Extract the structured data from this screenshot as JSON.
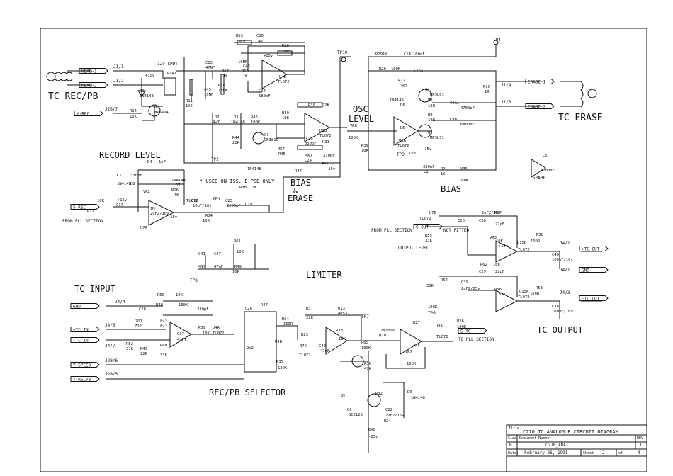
{
  "sections": {
    "tc_recpb": "TC REC/PB",
    "tc_erase": "TC ERASE",
    "record_level": "RECORD LEVEL",
    "osc_level_1": "OSC",
    "osc_level_2": "LEVEL",
    "bias_erase_1": "BIAS",
    "bias_erase_2": "&",
    "bias_erase_3": "ERASE",
    "bias": "BIAS",
    "limiter": "LIMITER",
    "tc_input": "TC INPUT",
    "tc_output": "TC OUTPUT",
    "recpb_selector": "REC/PB SELECTOR"
  },
  "notes": {
    "used_on": "* USED ON ISS. E PCB ONLY",
    "from_pll_1": "FROM PLL SECTION",
    "from_pll_2": "FROM PLL SECTION",
    "to_pll": "TO PLL SECTION",
    "not_fitted": "NOT FITTED",
    "output_level": "OUTPUT LEVEL",
    "spare": "SPARE",
    "relay": "12v SPDT"
  },
  "netlabels": [
    {
      "id": "head1",
      "text": "HEAD-1"
    },
    {
      "id": "head2",
      "text": "HEAD-2"
    },
    {
      "id": "yrec1",
      "text": "Y-REC"
    },
    {
      "id": "srec",
      "text": "S-REC"
    },
    {
      "id": "erase1",
      "text": "ERASE-1"
    },
    {
      "id": "erase2",
      "text": "ERASE-2"
    },
    {
      "id": "sout",
      "text": "S-OUT"
    },
    {
      "id": "tcout",
      "text": "+TC OUT"
    },
    {
      "id": "gnd2",
      "text": "GND"
    },
    {
      "id": "tcout2",
      "text": "-TC OUT"
    },
    {
      "id": "gnd1",
      "text": "GND"
    },
    {
      "id": "tcin1",
      "text": "+TC IN"
    },
    {
      "id": "tcin2",
      "text": "-TC IN"
    },
    {
      "id": "yspeed",
      "text": "Y-SPEED"
    },
    {
      "id": "yrecpb",
      "text": "Y-RECPB"
    },
    {
      "id": "stc",
      "text": "S-TC"
    }
  ],
  "connectors": [
    "J1/1",
    "J1/2",
    "J2B/7",
    "J1/4",
    "J1/3",
    "J4/2",
    "J4/1",
    "J4/3",
    "J4/4",
    "J4/6",
    "J4/7",
    "J2B/5",
    "J2B/6",
    "TP10",
    "TP4",
    "TP2",
    "TP1",
    "TP3",
    "TP8",
    "TP7",
    "TP6"
  ],
  "components": [
    {
      "t": "R63"
    },
    {
      "t": "3R9"
    },
    {
      "t": "C16"
    },
    {
      "t": "4N7"
    },
    {
      "t": "R19"
    },
    {
      "t": "1K5"
    },
    {
      "t": "C15"
    },
    {
      "t": "47NF"
    },
    {
      "t": "10NF"
    },
    {
      "t": "C43"
    },
    {
      "t": "R67"
    },
    {
      "t": "R66"
    },
    {
      "t": "1K"
    },
    {
      "t": "1K"
    },
    {
      "t": "+15v"
    },
    {
      "t": "U4B"
    },
    {
      "t": "TL072"
    },
    {
      "t": "C44"
    },
    {
      "t": "680pF"
    },
    {
      "t": "RLA1"
    },
    {
      "t": "+15v"
    },
    {
      "t": "D1"
    },
    {
      "t": "1N4148"
    },
    {
      "t": "Q2"
    },
    {
      "t": "MPSA14"
    },
    {
      "t": "R11"
    },
    {
      "t": "1K5"
    },
    {
      "t": "C45"
    },
    {
      "t": "10NF"
    },
    {
      "t": "R68"
    },
    {
      "t": "100K"
    },
    {
      "t": "R14"
    },
    {
      "t": "10K"
    },
    {
      "t": "R29"
    },
    {
      "t": "1K"
    },
    {
      "t": "C14"
    },
    {
      "t": "100nF"
    },
    {
      "t": "R20"
    },
    {
      "t": "100K"
    },
    {
      "t": "+15v"
    },
    {
      "t": "R12"
    },
    {
      "t": "4K7"
    },
    {
      "t": "Q4"
    },
    {
      "t": "MPSU01"
    },
    {
      "t": "1N4148"
    },
    {
      "t": "D6"
    },
    {
      "t": "R8"
    },
    {
      "t": "10R"
    },
    {
      "t": "C9A1"
    },
    {
      "t": "4700pF"
    },
    {
      "t": "R10"
    },
    {
      "t": "1R"
    },
    {
      "t": "R9"
    },
    {
      "t": "10R"
    },
    {
      "t": "D5"
    },
    {
      "t": "C9B1"
    },
    {
      "t": "6800pF"
    },
    {
      "t": "Q3"
    },
    {
      "t": "MPSU51"
    },
    {
      "t": "-15v"
    },
    {
      "t": "U8A"
    },
    {
      "t": "TL072"
    },
    {
      "t": "TP3"
    },
    {
      "t": "R30"
    },
    {
      "t": "22K"
    },
    {
      "t": "D2"
    },
    {
      "t": "4v7"
    },
    {
      "t": "D3"
    },
    {
      "t": "1N4148"
    },
    {
      "t": "R46"
    },
    {
      "t": "100K"
    },
    {
      "t": "R40"
    },
    {
      "t": "10K"
    },
    {
      "t": "U8B"
    },
    {
      "t": "TL072"
    },
    {
      "t": "VR6"
    },
    {
      "t": "100K"
    },
    {
      "t": "R39"
    },
    {
      "t": "10K"
    },
    {
      "t": "R44"
    },
    {
      "t": "22K"
    },
    {
      "t": "Q1"
    },
    {
      "t": "2N3819"
    },
    {
      "t": "C25"
    },
    {
      "t": "330pF"
    },
    {
      "t": "R31"
    },
    {
      "t": "4K7"
    },
    {
      "t": "R45"
    },
    {
      "t": "4K7"
    },
    {
      "t": "C24"
    },
    {
      "t": "330pF"
    },
    {
      "t": "R47"
    },
    {
      "t": "4K7"
    },
    {
      "t": "-15v"
    },
    {
      "t": "1N4148"
    },
    {
      "t": "D4"
    },
    {
      "t": "1nF"
    },
    {
      "t": "C11"
    },
    {
      "t": "330nF"
    },
    {
      "t": "1N4148"
    },
    {
      "t": "D8"
    },
    {
      "t": "1N4148"
    },
    {
      "t": "D7"
    },
    {
      "t": "R16"
    },
    {
      "t": "1K"
    },
    {
      "t": "VR2"
    },
    {
      "t": "10K"
    },
    {
      "t": "+15v"
    },
    {
      "t": "C17"
    },
    {
      "t": "R17"
    },
    {
      "t": "1M"
    },
    {
      "t": "2uF2/16v"
    },
    {
      "t": "U7A"
    },
    {
      "t": "TL072"
    },
    {
      "t": "-15v"
    },
    {
      "t": "C18"
    },
    {
      "t": "10uF/16v"
    },
    {
      "t": "R34"
    },
    {
      "t": "10K"
    },
    {
      "t": "C23"
    },
    {
      "t": "2200pF"
    },
    {
      "t": "R38"
    },
    {
      "t": "1K"
    },
    {
      "t": "C19"
    },
    {
      "t": "330nF"
    },
    {
      "t": "L1"
    },
    {
      "t": "R2"
    },
    {
      "t": "1K"
    },
    {
      "t": "VR5"
    },
    {
      "t": "100K"
    },
    {
      "t": "C5"
    },
    {
      "t": "4700nF"
    },
    {
      "t": "U7B"
    },
    {
      "t": "TL072"
    },
    {
      "t": "C20"
    },
    {
      "t": "2uF2/16v"
    },
    {
      "t": "R57"
    },
    {
      "t": "C30"
    },
    {
      "t": "22pF"
    },
    {
      "t": "R55"
    },
    {
      "t": "33K"
    },
    {
      "t": "VR3"
    },
    {
      "t": "10K"
    },
    {
      "t": "+15v"
    },
    {
      "t": "U15B"
    },
    {
      "t": "TL072"
    },
    {
      "t": "R58"
    },
    {
      "t": "100R"
    },
    {
      "t": "C40"
    },
    {
      "t": "100uF/16v"
    },
    {
      "t": "R62"
    },
    {
      "t": "10K"
    },
    {
      "t": "C29"
    },
    {
      "t": "22pF"
    },
    {
      "t": "R54"
    },
    {
      "t": "33K"
    },
    {
      "t": "C39"
    },
    {
      "t": "2uF2/25v"
    },
    {
      "t": "R56"
    },
    {
      "t": "33K"
    },
    {
      "t": "U15A"
    },
    {
      "t": "TL072"
    },
    {
      "t": "R53"
    },
    {
      "t": "100R"
    },
    {
      "t": "C38"
    },
    {
      "t": "100uF/16v"
    },
    {
      "t": "R61"
    },
    {
      "t": "10K"
    },
    {
      "t": "C41"
    },
    {
      "t": "4N7"
    },
    {
      "t": "C27"
    },
    {
      "t": "47nF"
    },
    {
      "t": "R49"
    },
    {
      "t": "10K"
    },
    {
      "t": "R50"
    },
    {
      "t": "10K"
    },
    {
      "t": "R48"
    },
    {
      "t": "100K"
    },
    {
      "t": "C28"
    },
    {
      "t": "330pF"
    },
    {
      "t": "ZD1"
    },
    {
      "t": "ZD2"
    },
    {
      "t": "8v2"
    },
    {
      "t": "8v2"
    },
    {
      "t": "R52"
    },
    {
      "t": "33K"
    },
    {
      "t": "R43"
    },
    {
      "t": "22K"
    },
    {
      "t": "R60"
    },
    {
      "t": "33K"
    },
    {
      "t": "C37"
    },
    {
      "t": "4pF7"
    },
    {
      "t": "R59"
    },
    {
      "t": "10K"
    },
    {
      "t": "U4A"
    },
    {
      "t": "TL072"
    },
    {
      "t": "C26"
    },
    {
      "t": "2n2"
    },
    {
      "t": "R37"
    },
    {
      "t": "22K"
    },
    {
      "t": "U13"
    },
    {
      "t": "4053"
    },
    {
      "t": "R64"
    },
    {
      "t": "150R"
    },
    {
      "t": "R23"
    },
    {
      "t": "47K"
    },
    {
      "t": "R33"
    },
    {
      "t": "10K"
    },
    {
      "t": "C42"
    },
    {
      "t": "47nF"
    },
    {
      "t": "U9B"
    },
    {
      "t": "TL072"
    },
    {
      "t": "R65"
    },
    {
      "t": "100K"
    },
    {
      "t": "2N3819"
    },
    {
      "t": "Q10"
    },
    {
      "t": "R27"
    },
    {
      "t": "47K"
    },
    {
      "t": "VR7"
    },
    {
      "t": "100K"
    },
    {
      "t": "U9A"
    },
    {
      "t": "TL072"
    },
    {
      "t": "R26"
    },
    {
      "t": "100K"
    },
    {
      "t": "R35"
    },
    {
      "t": "120K"
    },
    {
      "t": "R36"
    },
    {
      "t": "47K"
    },
    {
      "t": "R32"
    },
    {
      "t": "1M"
    },
    {
      "t": "D9"
    },
    {
      "t": "1N4148"
    },
    {
      "t": "Q6"
    },
    {
      "t": "BC212B"
    },
    {
      "t": "C22"
    },
    {
      "t": "2uF2/16v"
    },
    {
      "t": "R24"
    },
    {
      "t": "6K8"
    },
    {
      "t": "-15v"
    },
    {
      "t": "100K"
    },
    {
      "t": "R47"
    },
    {
      "t": "270R"
    },
    {
      "t": "R28"
    },
    {
      "t": "+5v"
    },
    {
      "t": "+5v"
    }
  ],
  "titleblock": {
    "title_label": "Title",
    "title": "C270 TC ANALOGUE CIRCUIT DIAGRAM",
    "size_label": "Size",
    "size": "B",
    "docnum_label": "Document Number",
    "docnum": "C270_ANA",
    "rev_label": "REV",
    "rev": "J",
    "date_label": "Date:",
    "date": "February 26, 1991",
    "sheet_label": "Sheet",
    "sheet": "2",
    "of_label": "of",
    "of": "4"
  }
}
